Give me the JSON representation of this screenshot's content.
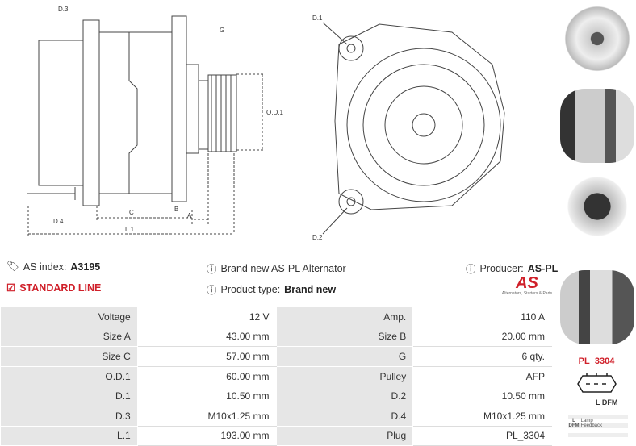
{
  "drawing_labels": {
    "d3": "D.3",
    "g": "G",
    "od1": "O.D.1",
    "c": "C",
    "b": "B",
    "a": "A",
    "l1": "L.1",
    "d4": "D.4",
    "d1": "D.1",
    "d2": "D.2"
  },
  "info": {
    "as_index_label": "AS index:",
    "as_index": "A3195",
    "line": "STANDARD LINE",
    "description": "Brand new AS-PL Alternator",
    "product_type_label": "Product type:",
    "product_type": "Brand new",
    "producer_label": "Producer:",
    "producer": "AS-PL",
    "logo_text": "AS",
    "logo_sub": "Alternators, Starters & Parts"
  },
  "specs": [
    [
      "Voltage",
      "12 V",
      "Amp.",
      "110 A"
    ],
    [
      "Size A",
      "43.00 mm",
      "Size B",
      "20.00 mm"
    ],
    [
      "Size C",
      "57.00 mm",
      "G",
      "6 qty."
    ],
    [
      "O.D.1",
      "60.00 mm",
      "Pulley",
      "AFP"
    ],
    [
      "D.1",
      "10.50 mm",
      "D.2",
      "10.50 mm"
    ],
    [
      "D.3",
      "M10x1.25 mm",
      "D.4",
      "M10x1.25 mm"
    ],
    [
      "L.1",
      "193.00 mm",
      "Plug",
      "PL_3304"
    ]
  ],
  "plug": {
    "code": "PL_3304",
    "pins": "L  DFM",
    "legend": [
      {
        "k": "L",
        "v": "Lamp"
      },
      {
        "k": "DFM",
        "v": "Feedback"
      }
    ]
  },
  "colors": {
    "accent": "#d0202a",
    "label_bg": "#e6e6e6"
  }
}
